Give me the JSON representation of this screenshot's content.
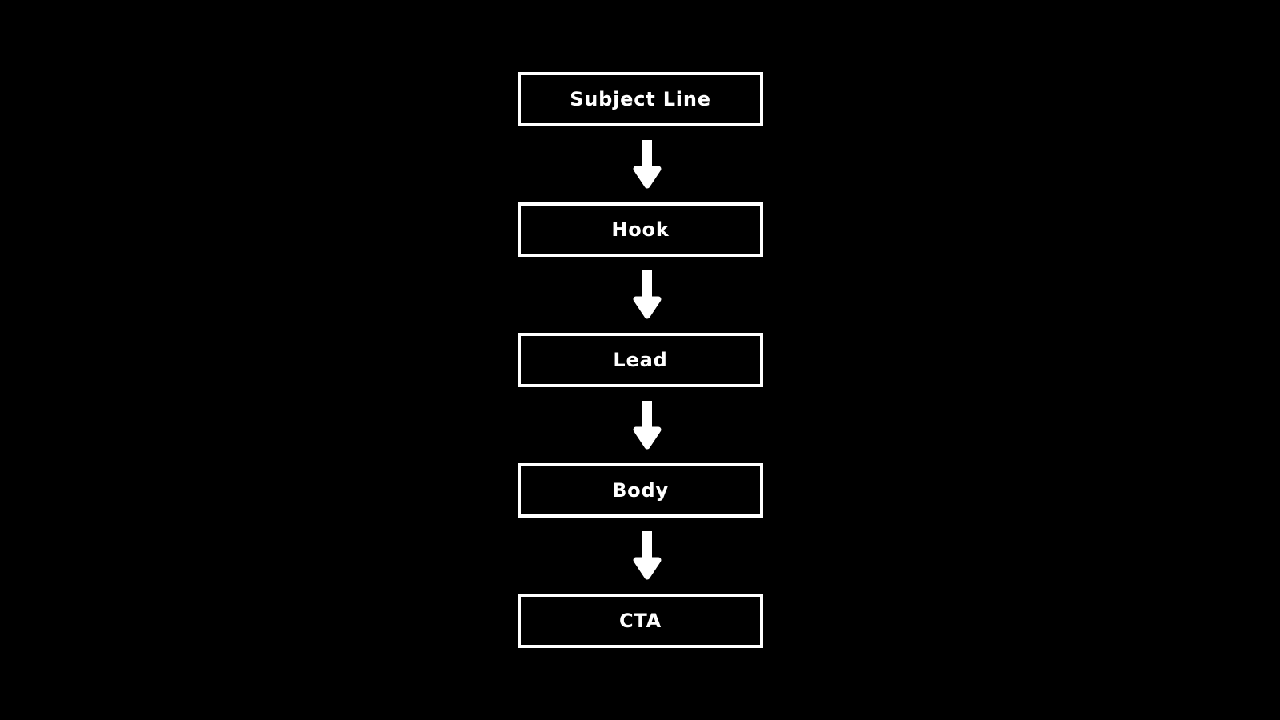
{
  "diagram": {
    "type": "flowchart",
    "direction": "top-to-bottom",
    "colors": {
      "background": "#000000",
      "node_fill": "#000000",
      "node_border": "#ffffff",
      "node_text": "#ffffff",
      "arrow": "#ffffff"
    },
    "nodes": [
      {
        "id": "subject-line",
        "label": "Subject Line"
      },
      {
        "id": "hook",
        "label": "Hook"
      },
      {
        "id": "lead",
        "label": "Lead"
      },
      {
        "id": "body",
        "label": "Body"
      },
      {
        "id": "cta",
        "label": "CTA"
      }
    ],
    "edges": [
      {
        "from": "subject-line",
        "to": "hook"
      },
      {
        "from": "hook",
        "to": "lead"
      },
      {
        "from": "lead",
        "to": "body"
      },
      {
        "from": "body",
        "to": "cta"
      }
    ]
  }
}
